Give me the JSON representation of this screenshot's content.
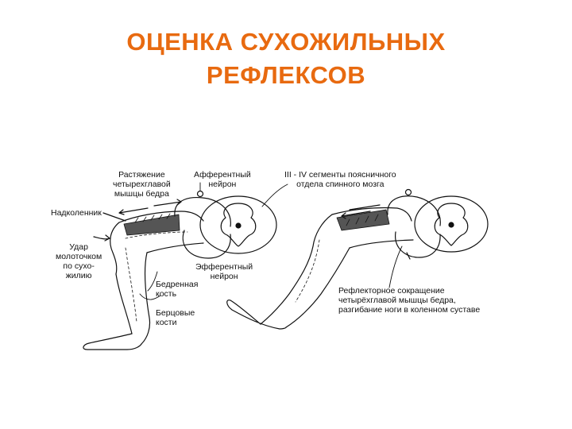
{
  "title": {
    "line1": "ОЦЕНКА СУХОЖИЛЬНЫХ",
    "line2": "РЕФЛЕКСОВ"
  },
  "labels": {
    "stretch": [
      "Растяжение",
      "четырехглавой",
      "мышцы бедра"
    ],
    "afferent": [
      "Афферентный",
      "нейрон"
    ],
    "segments": [
      "III - IV сегменты поясничного",
      "отдела спинного мозга"
    ],
    "patella": "Надколенник",
    "hit": [
      "Удар",
      "молоточком",
      "по сухо-",
      "жилию"
    ],
    "efferent": [
      "Эфферентный",
      "нейрон"
    ],
    "femur": [
      "Бедренная",
      "кость"
    ],
    "tibia": [
      "Берцовые",
      "кости"
    ],
    "reflex": [
      "Рефлекторное сокращение",
      "четырёхглавой мышцы бедра,",
      "разгибание ноги в коленном суставе"
    ]
  },
  "colors": {
    "title": "#e86a10",
    "line": "#111111"
  }
}
